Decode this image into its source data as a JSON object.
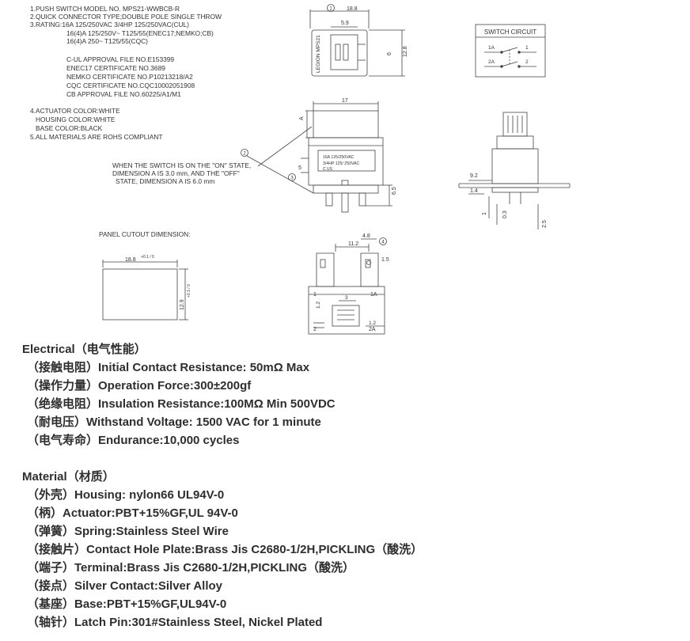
{
  "drawing": {
    "notes": [
      "1.PUSH SWITCH MODEL NO. MPS21-WWBCB-R",
      "2.QUICK CONNECTOR TYPE;DOUBLE POLE SINGLE THROW",
      "3.RATING:16A 125/250VAC 3/4HP 125/250VAC(CUL)"
    ],
    "rating_lines": [
      "16(4)A 125/250V~ T125/55(ENEC17;NEMKO;CB)",
      "16(4)A 250~ T125/55(CQC)"
    ],
    "approvals": [
      "C-UL APPROVAL FILE NO.E153399",
      "ENEC17 CERTIFICATE NO.3689",
      "NEMKO CERTIFICATE NO.P10213218/A2",
      "CQC CERTIFICATE NO.CQC10002051908",
      "CB APPROVAL FILE NO.60225/A1/M1"
    ],
    "colors": [
      "4.ACTUATOR COLOR:WHITE",
      "   HOUSING COLOR:WHITE",
      "   BASE COLOR:BLACK",
      "5.ALL MATERIALS ARE ROHS COMPLIANT"
    ],
    "state_note": [
      "WHEN THE SWITCH IS ON THE \"ON\" STATE,",
      "DIMENSION A IS 3.0 mm, AND THE \"OFF\"",
      "STATE, DIMENSION A IS 6.0 mm"
    ],
    "panel_cutout_label": "PANEL CUTOUT DIMENSION:",
    "switch_circuit_label": "SWITCH CIRCUIT",
    "circuit_terminals": [
      "1A",
      "1",
      "2A",
      "2"
    ],
    "top_view": {
      "width": "18.8",
      "inner": "5.9",
      "height": "12.8",
      "slot": "6",
      "side_text": "LEGION  MPS21",
      "callout": "1"
    },
    "front_view": {
      "width": "17",
      "dim_a": "A",
      "dim_5": "5",
      "dim_6_5": "6.5",
      "label_lines": [
        "16A 125/250VAC",
        "3/4HP 125/ 250VAC"
      ],
      "mark": "C   US",
      "callout_2": "2",
      "callout_3": "3"
    },
    "side_view": {
      "d1": "9.2",
      "d2": "1.4",
      "d3": "1",
      "d4": "0.3",
      "d5": "2.5"
    },
    "bottom_view": {
      "w1": "11.2",
      "w2": "4.8",
      "dia": "1.5",
      "d1": "1.2",
      "d2": "3",
      "d3": "1.2",
      "pin_labels": [
        "1",
        "1A",
        "2",
        "2A"
      ],
      "callout": "4"
    },
    "cutout": {
      "width": "18.8",
      "width_tol": "+0.1 / 0",
      "height": "12.9",
      "height_tol": "+0.1 / 0"
    }
  },
  "electrical": {
    "heading": "Electrical（电气性能）",
    "items": [
      "（接触电阻）Initial Contact Resistance: 50mΩ Max",
      "（操作力量）Operation Force:300±200gf",
      "（绝缘电阻）Insulation Resistance:100MΩ Min 500VDC",
      "（耐电压）Withstand Voltage: 1500 VAC for 1 minute",
      "（电气寿命）Endurance:10,000 cycles"
    ]
  },
  "material": {
    "heading": "Material（材质）",
    "items": [
      "（外壳）Housing: nylon66 UL94V-0",
      "（柄）Actuator:PBT+15%GF,UL 94V-0",
      "（弹簧）Spring:Stainless Steel Wire",
      "（接触片）Contact Hole Plate:Brass Jis C2680-1/2H,PICKLING（酸洗）",
      "（端子）Terminal:Brass Jis C2680-1/2H,PICKLING（酸洗）",
      "（接点）Silver Contact:Silver Alloy",
      "（基座）Base:PBT+15%GF,UL94V-0",
      "（轴针）Latch Pin:301#Stainless Steel, Nickel Plated"
    ]
  }
}
